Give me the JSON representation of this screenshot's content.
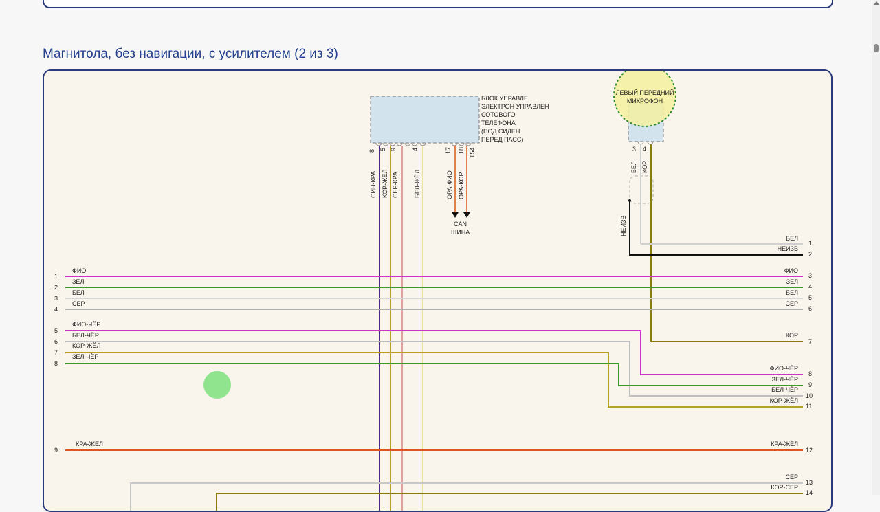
{
  "page": {
    "section_title": "Магнитола, без навигации, с усилителем (2 из 3)"
  },
  "diagram": {
    "phone_block": {
      "label_lines": [
        "БЛОК УПРАВЛЕ",
        "ЭЛЕКТРОН УПРАВЛЕН",
        "СОТОВОГО",
        "ТЕЛЕФОНА",
        "(ПОД СИДЕН",
        "ПЕРЕД ПАСС)"
      ],
      "pins": [
        "8",
        "5",
        "9",
        "4",
        "17",
        "18",
        "T54"
      ],
      "wire_labels": [
        "СИН-КРА",
        "КОР-ЖЁЛ",
        "СЕР-КРА",
        "БЕЛ-ЖЁЛ",
        "ОРА-ФИО",
        "ОРА-КОР"
      ],
      "can_label": [
        "CAN",
        "ШИНА"
      ]
    },
    "microphone": {
      "label_lines": [
        "ЛЕВЫЙ ПЕРЕДНИЙ",
        "МИКРОФОН"
      ],
      "pins": [
        "3",
        "4"
      ],
      "wire_labels": [
        "БЕЛ",
        "КОР"
      ],
      "shield_label": "НЕИЗВ"
    },
    "left_wires": [
      {
        "pin": "1",
        "label": "ФИО",
        "color": "#cc33cc"
      },
      {
        "pin": "2",
        "label": "ЗЕЛ",
        "color": "#3a9a2a"
      },
      {
        "pin": "3",
        "label": "БЕЛ",
        "color": "#cfcfcf"
      },
      {
        "pin": "4",
        "label": "СЕР",
        "color": "#aaaaaa"
      },
      {
        "pin": "5",
        "label": "ФИО-ЧЁР",
        "color": "#cc33cc"
      },
      {
        "pin": "6",
        "label": "БЕЛ-ЧЁР",
        "color": "#bbbbbb"
      },
      {
        "pin": "7",
        "label": "КОР-ЖЁЛ",
        "color": "#b8a020"
      },
      {
        "pin": "8",
        "label": "ЗЕЛ-ЧЁР",
        "color": "#3a9a2a"
      },
      {
        "pin": "9",
        "label": "КРА-ЖЁЛ",
        "color": "#dd5522"
      }
    ],
    "right_wires": [
      {
        "pin": "1",
        "label": "БЕЛ"
      },
      {
        "pin": "2",
        "label": "НЕИЗВ"
      },
      {
        "pin": "3",
        "label": "ФИО"
      },
      {
        "pin": "4",
        "label": "ЗЕЛ"
      },
      {
        "pin": "5",
        "label": "БЕЛ"
      },
      {
        "pin": "6",
        "label": "СЕР"
      },
      {
        "pin": "7",
        "label": "КОР"
      },
      {
        "pin": "8",
        "label": "ФИО-ЧЁР"
      },
      {
        "pin": "9",
        "label": "ЗЕЛ-ЧЁР"
      },
      {
        "pin": "10",
        "label": "БЕЛ-ЧЁР"
      },
      {
        "pin": "11",
        "label": "КОР-ЖЁЛ"
      },
      {
        "pin": "12",
        "label": "КРА-ЖЁЛ"
      },
      {
        "pin": "13",
        "label": "СЕР"
      },
      {
        "pin": "14",
        "label": "КОР-СЕР"
      }
    ]
  }
}
